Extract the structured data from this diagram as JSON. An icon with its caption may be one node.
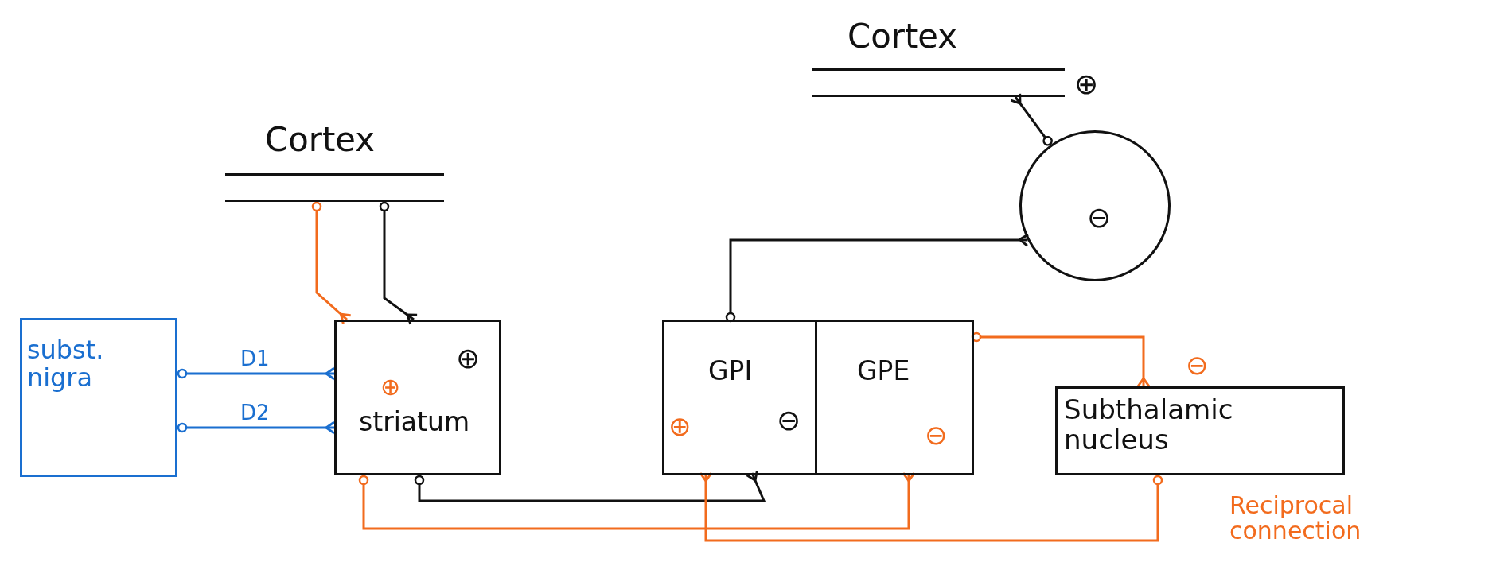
{
  "diagram": {
    "nodes": [
      {
        "text": [
          "Cortex"
        ]
      },
      {
        "text": [
          "subst. nigra"
        ]
      },
      {
        "text": [
          "striatum"
        ]
      },
      {
        "text": [],
        "shape": "box"
      },
      {
        "text": [
          "GPI"
        ],
        "in": 3
      },
      {
        "text": [
          "GPE"
        ],
        "in": 3
      },
      {
        "text": [
          "Cortex"
        ]
      },
      {
        "text": [],
        "shape": "circle"
      },
      {
        "text": [
          "Subthalamic nucleus"
        ]
      }
    ],
    "edges": [
      {
        "from": 0,
        "to": 2,
        "arrow": "other",
        "color": "#f26b1d"
      },
      {
        "from": 0,
        "to": 2,
        "arrow": "other",
        "color": "#111111"
      },
      {
        "from": 1,
        "to": 2,
        "arrow": "other",
        "label": "D1",
        "color": "#1a6fd0"
      },
      {
        "from": 1,
        "to": 2,
        "arrow": "other",
        "label": "D2",
        "color": "#1a6fd0"
      },
      {
        "from": 4,
        "to": 7,
        "arrow": "other",
        "color": "#111111"
      },
      {
        "from": 7,
        "to": 6,
        "arrow": "other",
        "color": "#111111"
      },
      {
        "from": 2,
        "to": 4,
        "arrow": "other",
        "color": "#111111"
      },
      {
        "from": 2,
        "to": 5,
        "arrow": "other",
        "color": "#f26b1d"
      },
      {
        "from": 5,
        "to": 8,
        "arrow": "other",
        "color": "#f26b1d"
      },
      {
        "from": 8,
        "to": 4,
        "arrow": "other",
        "color": "#f26b1d"
      }
    ],
    "labels": [
      "⊕",
      "⊖",
      "⊕",
      "⊖",
      "⊕",
      "⊕",
      "⊖",
      "⊖",
      "Reciprocal connection"
    ]
  }
}
